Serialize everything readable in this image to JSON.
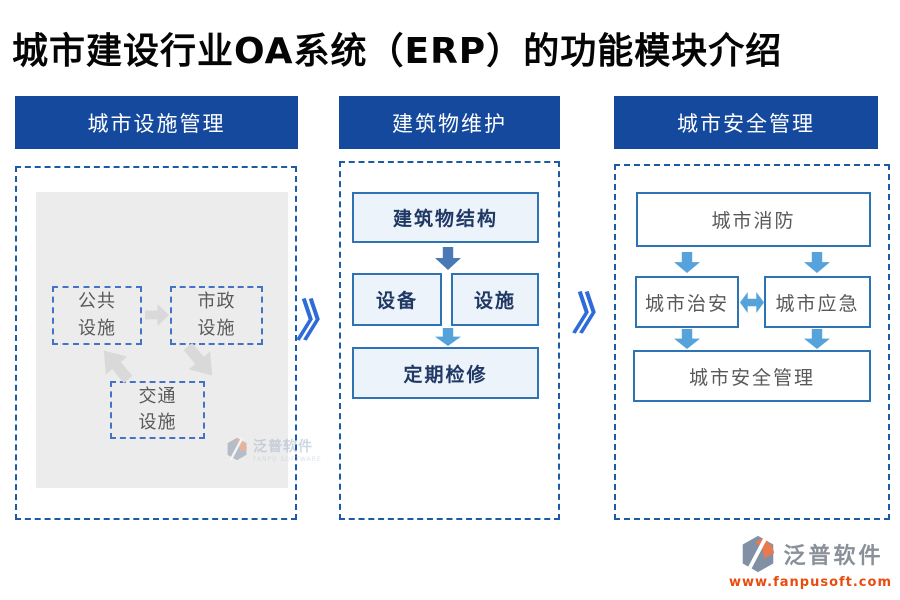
{
  "title": "城市建设行业OA系统（ERP）的功能模块介绍",
  "col1": {
    "header": "城市设施管理",
    "node_public": "公共\n设施",
    "node_municipal": "市政\n设施",
    "node_traffic": "交通\n设施"
  },
  "col2": {
    "header": "建筑物维护",
    "node_structure": "建筑物结构",
    "node_equipment": "设备",
    "node_facility": "设施",
    "node_maintenance": "定期检修"
  },
  "col3": {
    "header": "城市安全管理",
    "node_fire": "城市消防",
    "node_security": "城市治安",
    "node_emergency": "城市应急",
    "node_safety": "城市安全管理"
  },
  "separator_glyph": "》",
  "watermark": {
    "brand_cn": "泛普软件",
    "brand_en": "FANPU SOFTWARE",
    "url": "www.fanpusoft.com"
  },
  "colors": {
    "header_bg": "#15499e",
    "panel_dashed_border": "#1c5aa6",
    "small_node_dashed_border": "#4472c4",
    "node_border": "#2e74b5",
    "col2_node_fill": "#edf3fa",
    "col2_node_text": "#1f3864",
    "gray_node_text": "#595959",
    "gray_box": "#ececec",
    "gray_arrow": "#d9d9d9",
    "arrow_dark_blue": "#4a77b5",
    "arrow_light_blue": "#55a3da",
    "chevron_blue": "#2f6bd8",
    "brand_gray": "#8a9099",
    "url_orange": "#e84c0f",
    "logo_slate": "#8290a6",
    "logo_orange": "#e87a50"
  }
}
